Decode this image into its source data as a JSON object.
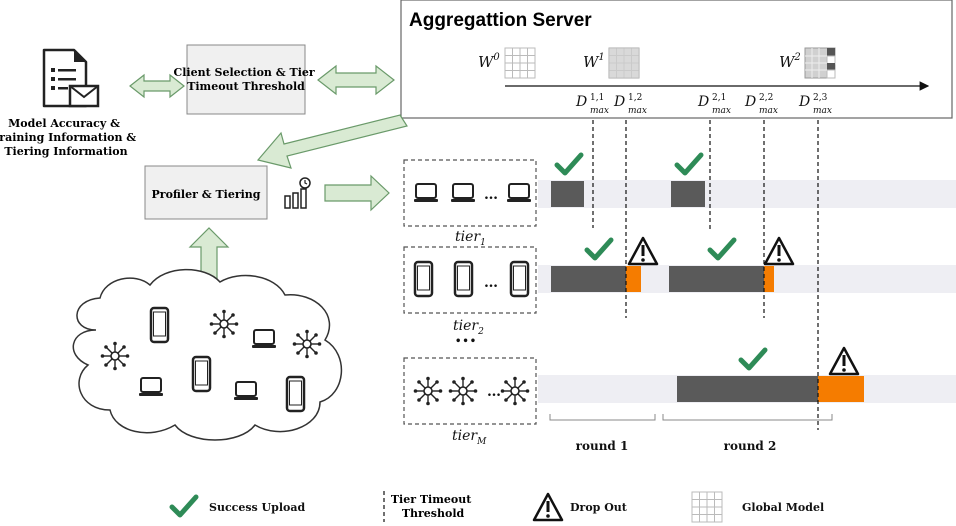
{
  "server": {
    "title": "Aggregattion Server",
    "models": [
      {
        "label": "W",
        "sup": "0"
      },
      {
        "label": "W",
        "sup": "1"
      },
      {
        "label": "W",
        "sup": "2"
      }
    ],
    "deadlines": [
      {
        "label": "D",
        "sup": "1,1",
        "sub": "max"
      },
      {
        "label": "D",
        "sup": "1,2",
        "sub": "max"
      },
      {
        "label": "D",
        "sup": "2,1",
        "sub": "max"
      },
      {
        "label": "D",
        "sup": "2,2",
        "sub": "max"
      },
      {
        "label": "D",
        "sup": "2,3",
        "sub": "max"
      }
    ]
  },
  "left": {
    "info_label_lines": [
      "Model Accuracy &",
      "Training Information &",
      "Tiering Information"
    ],
    "client_selection_lines": [
      "Client Selection & Tier",
      "Timeout Threshold"
    ],
    "profiler_label": "Profiler & Tiering"
  },
  "tiers": [
    {
      "name": "tier",
      "sub": "1",
      "devices": "laptop"
    },
    {
      "name": "tier",
      "sub": "2",
      "devices": "phone"
    },
    {
      "name": "tier",
      "sub": "M",
      "devices": "iot"
    }
  ],
  "ellipsis": "…",
  "vertical_dots": "•••",
  "rounds": [
    "round 1",
    "round 2"
  ],
  "legend": {
    "success": "Success Upload",
    "timeout_lines": [
      "Tier Timeout",
      "Threshold"
    ],
    "dropout": "Drop Out",
    "global_model": "Global Model"
  },
  "colors": {
    "gray_bar": "#5a5a5a",
    "orange": "#f57c00",
    "check": "#2e8b57",
    "arrow_fill": "#d9ead3",
    "arrow_stroke": "#6a9a6a",
    "lane": "#eeeef3"
  }
}
